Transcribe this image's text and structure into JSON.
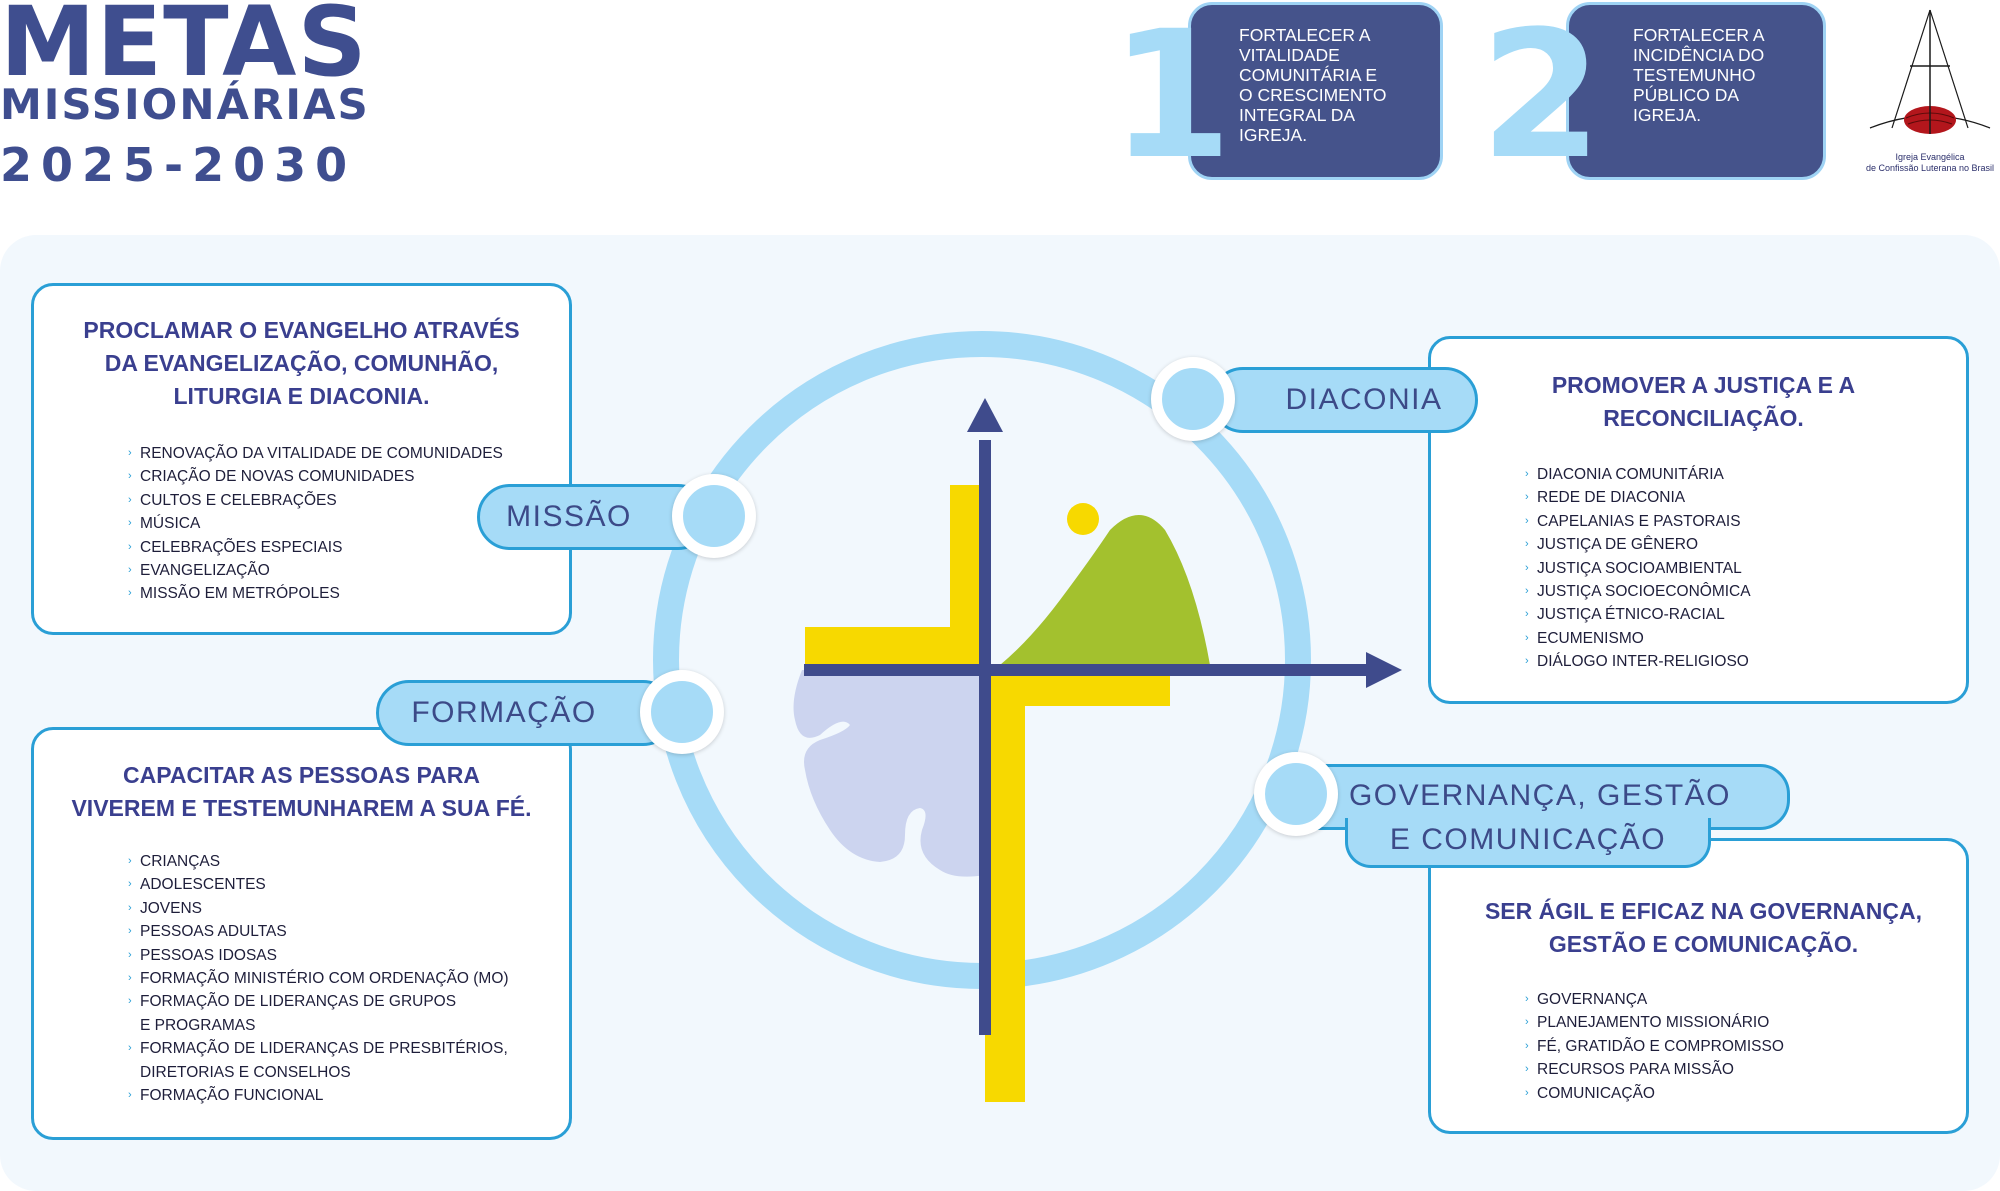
{
  "header": {
    "line1": "METAS",
    "line2": "MISSIONÁRIAS",
    "line3": "2025-2030"
  },
  "goals": [
    {
      "number": "1",
      "lines": [
        "FORTALECER A",
        "VITALIDADE",
        "COMUNITÁRIA E",
        "O CRESCIMENTO",
        "INTEGRAL DA",
        "IGREJA."
      ]
    },
    {
      "number": "2",
      "lines": [
        "FORTALECER A",
        "INCIDÊNCIA DO",
        "TESTEMUNHO",
        "PÚBLICO DA",
        "IGREJA."
      ]
    }
  ],
  "logo": {
    "icon": "church-cross-globe-logo-icon",
    "caption": [
      "Igreja Evangélica",
      "de Confissão Luterana no Brasil"
    ]
  },
  "pillars": {
    "missao": {
      "label": "MISSÃO",
      "title": [
        "PROCLAMAR O EVANGELHO ATRAVÉS",
        "DA EVANGELIZAÇÃO, COMUNHÃO,",
        "LITURGIA E DIACONIA."
      ],
      "items": [
        "RENOVAÇÃO DA VITALIDADE DE COMUNIDADES",
        "CRIAÇÃO DE NOVAS COMUNIDADES",
        "CULTOS E CELEBRAÇÕES",
        "MÚSICA",
        "CELEBRAÇÕES ESPECIAIS",
        "EVANGELIZAÇÃO",
        "MISSÃO EM METRÓPOLES"
      ]
    },
    "formacao": {
      "label": "FORMAÇÃO",
      "title": [
        "CAPACITAR AS PESSOAS PARA",
        "VIVEREM E TESTEMUNHAREM A SUA FÉ."
      ],
      "items": [
        "CRIANÇAS",
        "ADOLESCENTES",
        "JOVENS",
        "PESSOAS ADULTAS",
        "PESSOAS IDOSAS",
        "FORMAÇÃO MINISTÉRIO COM ORDENAÇÃO (MO)",
        "FORMAÇÃO DE LIDERANÇAS DE GRUPOS",
        "E PROGRAMAS",
        "FORMAÇÃO DE LIDERANÇAS DE PRESBITÉRIOS,",
        "DIRETORIAS E CONSELHOS",
        "FORMAÇÃO FUNCIONAL"
      ]
    },
    "diaconia": {
      "label": "DIACONIA",
      "title": [
        "PROMOVER A JUSTIÇA E A",
        "RECONCILIAÇÃO."
      ],
      "items": [
        "DIACONIA COMUNITÁRIA",
        "REDE DE DIACONIA",
        "CAPELANIAS E PASTORAIS",
        "JUSTIÇA DE GÊNERO",
        "JUSTIÇA SOCIOAMBIENTAL",
        "JUSTIÇA SOCIOECONÔMICA",
        "JUSTIÇA ÉTNICO-RACIAL",
        "ECUMENISMO",
        "DIÁLOGO INTER-RELIGIOSO"
      ]
    },
    "governanca": {
      "label": [
        "GOVERNANÇA, GESTÃO",
        "E COMUNICAÇÃO"
      ],
      "title": [
        "SER ÁGIL E EFICAZ NA GOVERNANÇA,",
        "GESTÃO E COMUNICAÇÃO."
      ],
      "items": [
        "GOVERNANÇA",
        "PLANEJAMENTO MISSIONÁRIO",
        "FÉ, GRATIDÃO E COMPROMISSO",
        "RECURSOS PARA MISSÃO",
        "COMUNICAÇÃO"
      ]
    }
  },
  "colors": {
    "navy": "#45538b",
    "light_blue": "#a6dbf7",
    "border_blue": "#2a9fd6",
    "yellow": "#f7d900",
    "green": "#a3c12e",
    "lavender": "#ccd4ef",
    "dark_axis": "#3f4b8c"
  }
}
